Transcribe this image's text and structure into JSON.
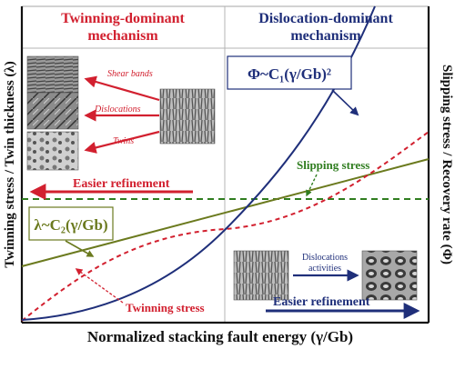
{
  "headers": {
    "left": {
      "line1": "Twinning-dominant",
      "line2": "mechanism"
    },
    "right": {
      "line1": "Dislocation-dominant",
      "line2": "mechanism"
    }
  },
  "axes": {
    "x_label": "Normalized stacking fault energy (γ/Gb)",
    "y_left_label": "Twinning stress / Twin thickness (λ)",
    "y_right_label": "Slipping stress / Recovery rate (Φ)"
  },
  "formulas": {
    "phi": "Φ~C₁(γ/Gb)²",
    "lambda": "λ~C₂(γ/Gb)"
  },
  "micro_labels": [
    "Shear bands",
    "Dislocations",
    "Twins"
  ],
  "annotations": {
    "easier_refinement_left": "Easier refinement",
    "easier_refinement_right": "Easier refinement",
    "slipping_stress": "Slipping stress",
    "twinning_stress": "Twinning stress",
    "dislocation_activities_line1": "Dislocations",
    "dislocation_activities_line2": "activities"
  },
  "colors": {
    "red": "#d2202f",
    "navy": "#1f2f7a",
    "olive": "#6b7a1e",
    "green": "#2f7d1f",
    "grid": "#b4b4b4"
  }
}
